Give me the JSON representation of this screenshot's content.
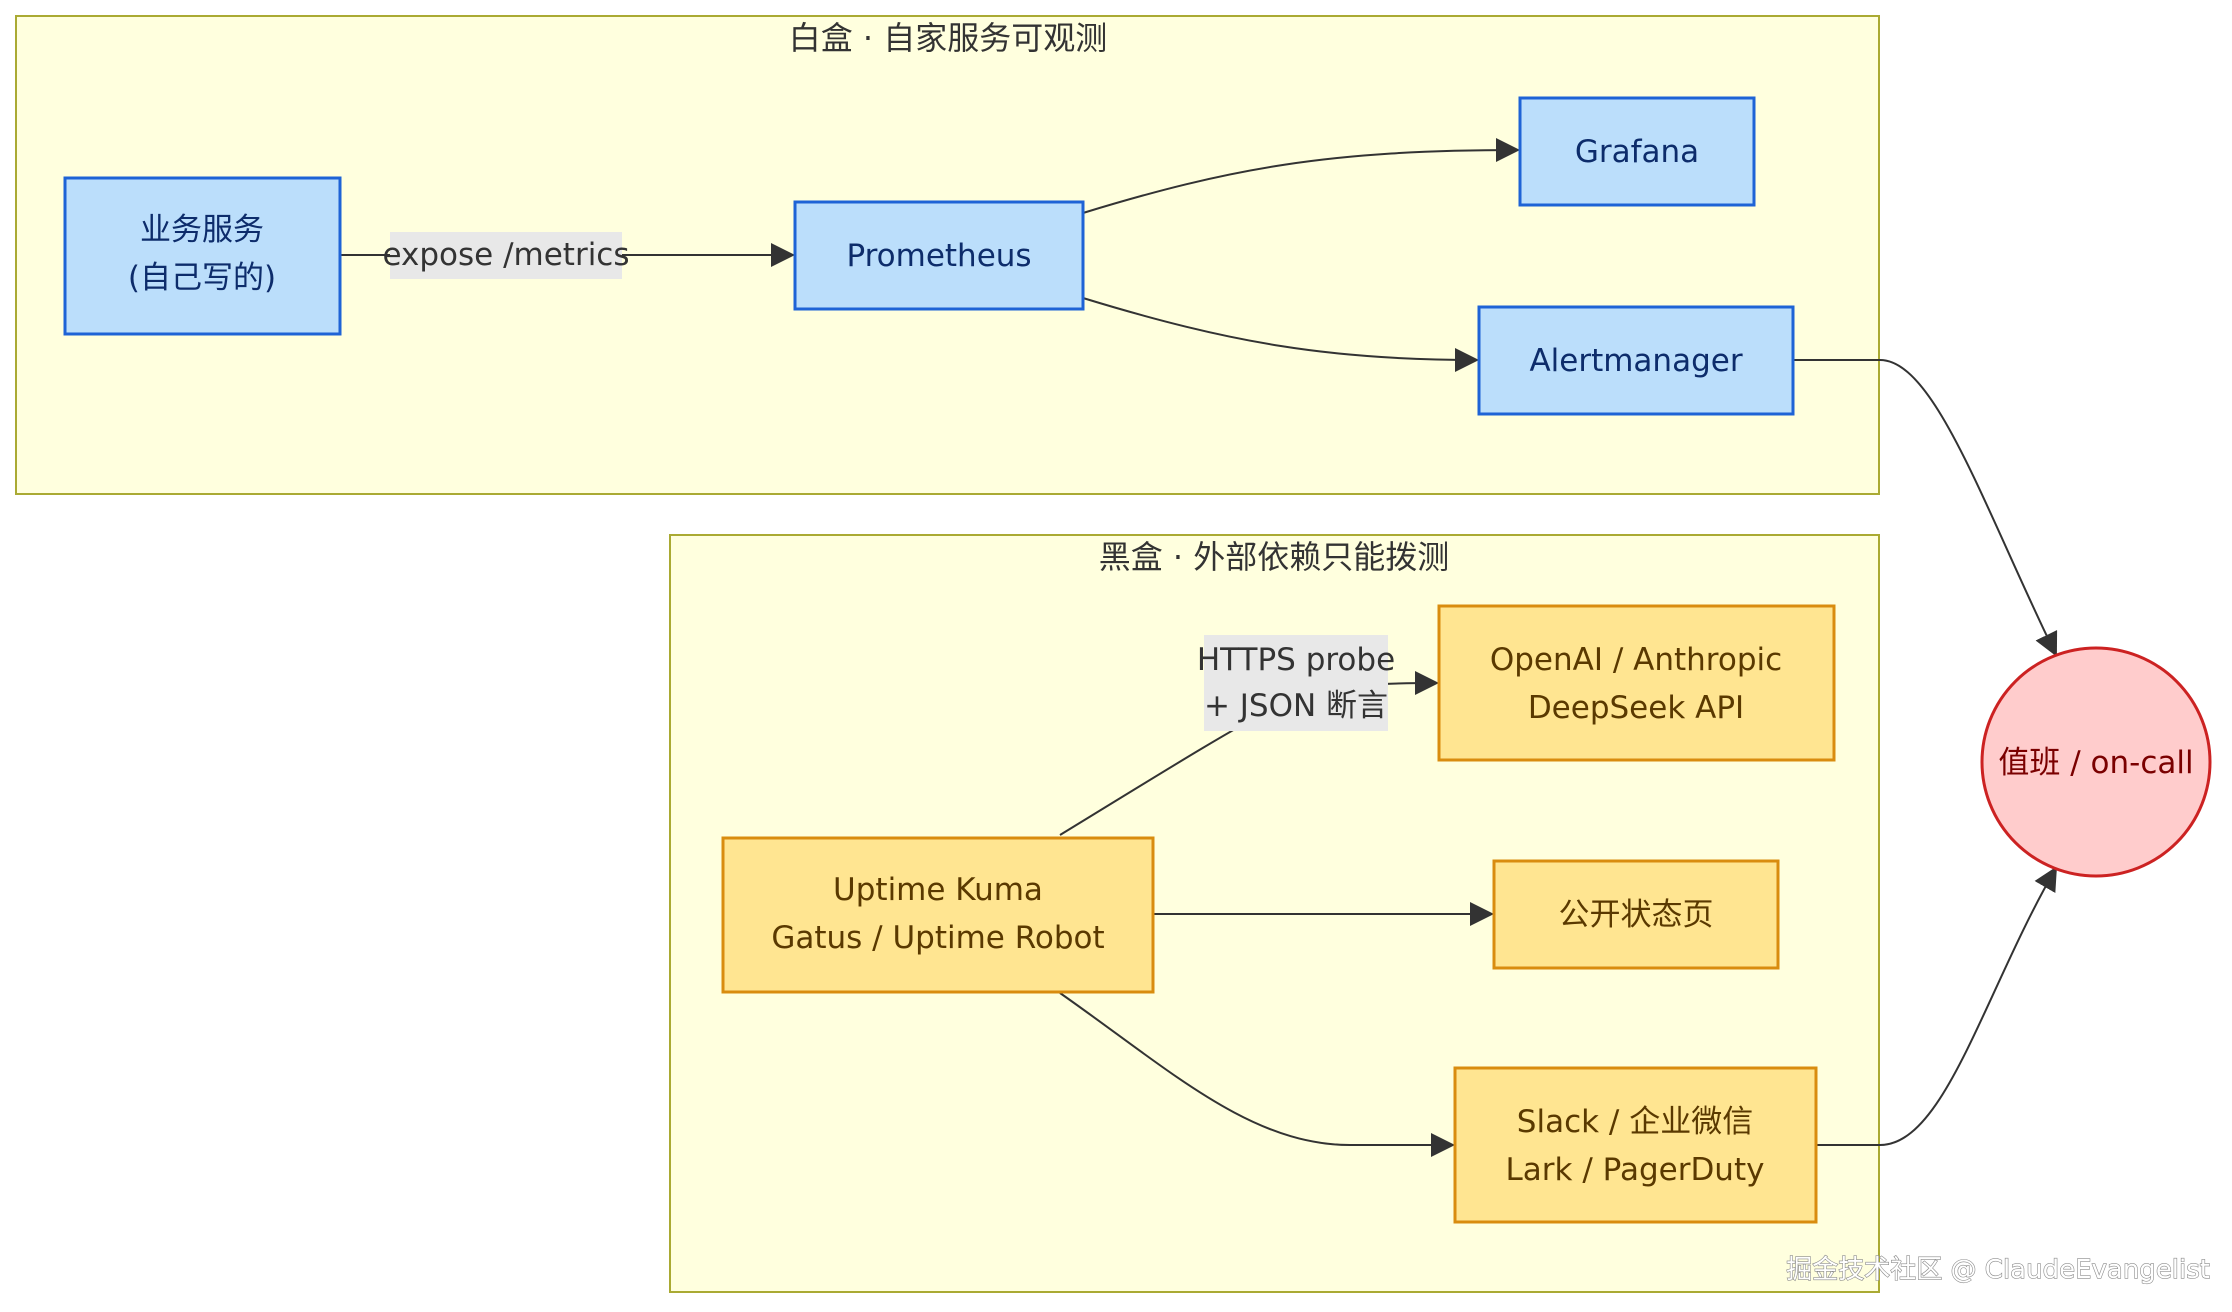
{
  "groups": {
    "whitebox": {
      "title": "白盒 · 自家服务可观测"
    },
    "blackbox": {
      "title": "黑盒 · 外部依赖只能拨测"
    }
  },
  "nodes": {
    "biz_service": {
      "lines": [
        "业务服务",
        "(自己写的)"
      ]
    },
    "prometheus": {
      "lines": [
        "Prometheus"
      ]
    },
    "grafana": {
      "lines": [
        "Grafana"
      ]
    },
    "alertmanager": {
      "lines": [
        "Alertmanager"
      ]
    },
    "uptime": {
      "lines": [
        "Uptime Kuma",
        "Gatus / Uptime Robot"
      ]
    },
    "llm_api": {
      "lines": [
        "OpenAI / Anthropic",
        "DeepSeek API"
      ]
    },
    "status_page": {
      "lines": [
        "公开状态页"
      ]
    },
    "notify": {
      "lines": [
        "Slack / 企业微信",
        "Lark / PagerDuty"
      ]
    },
    "oncall": {
      "lines": [
        "值班 / on-call"
      ]
    }
  },
  "edges": {
    "expose": {
      "lines": [
        "expose /metrics"
      ]
    },
    "probe": {
      "lines": [
        "HTTPS probe",
        "+ JSON 断言"
      ]
    }
  },
  "watermark": "掘金技术社区 @ ClaudeEvangelist",
  "colors": {
    "group_fill": "#ffffde",
    "group_stroke": "#aaaa33",
    "blue_fill": "#bbdefb",
    "blue_stroke": "#1e63d6",
    "blue_text": "#0d2c6b",
    "yellow_fill": "#ffe591",
    "yellow_stroke": "#d98c0f",
    "yellow_text": "#5a3900",
    "red_fill": "#ffcccc",
    "red_stroke": "#cc2222",
    "red_text": "#7a0000",
    "edge_stroke": "#333333",
    "edge_label_bg": "#e8e8e8"
  }
}
